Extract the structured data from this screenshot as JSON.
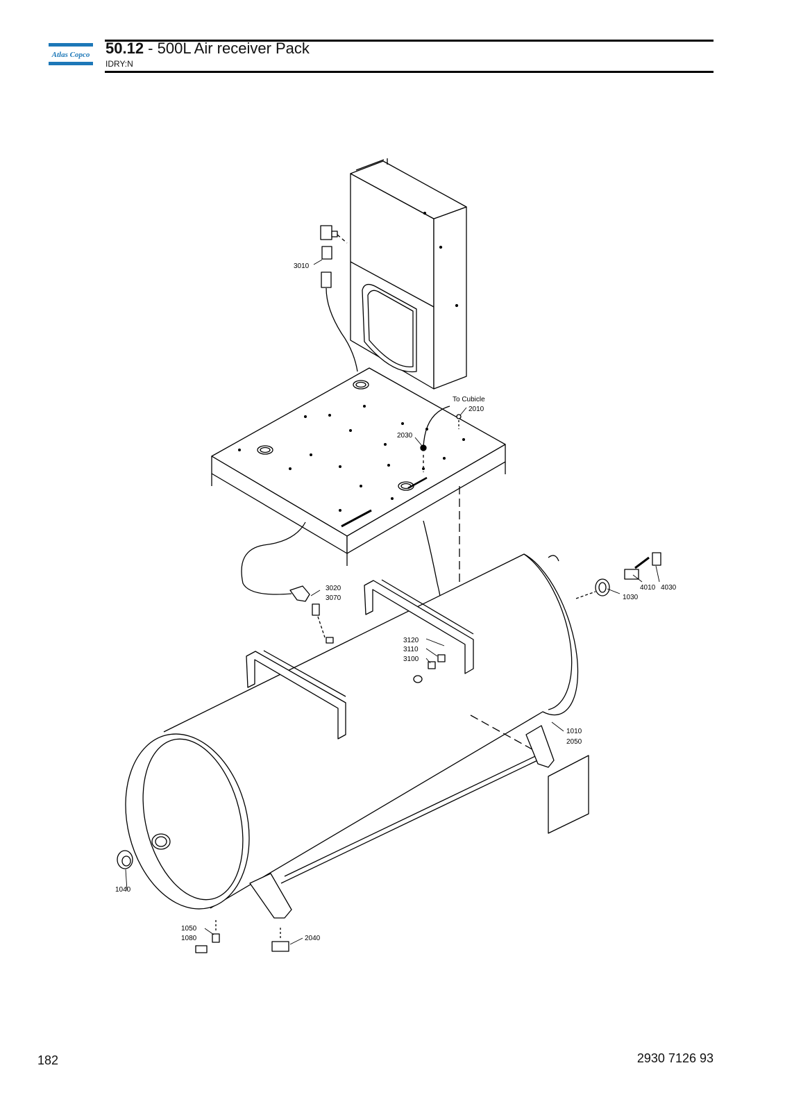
{
  "header": {
    "logo_text": "Atlas Copco",
    "section_number": "50.12",
    "title_separator": " - ",
    "title": "500L Air receiver Pack",
    "subtitle": "IDRY:N"
  },
  "diagram": {
    "callouts": {
      "c3010": "3010",
      "to_cubicle": "To Cubicle",
      "c2010": "2010",
      "c2030": "2030",
      "c3020": "3020",
      "c3070": "3070",
      "c3120": "3120",
      "c3110": "3110",
      "c3100": "3100",
      "c4010": "4010",
      "c4030": "4030",
      "c1030": "1030",
      "c1010": "1010",
      "c2050": "2050",
      "c1040": "1040",
      "c1050": "1050",
      "c1080": "1080",
      "c2040": "2040"
    }
  },
  "footer": {
    "page_number": "182",
    "document_number": "2930 7126 93"
  }
}
